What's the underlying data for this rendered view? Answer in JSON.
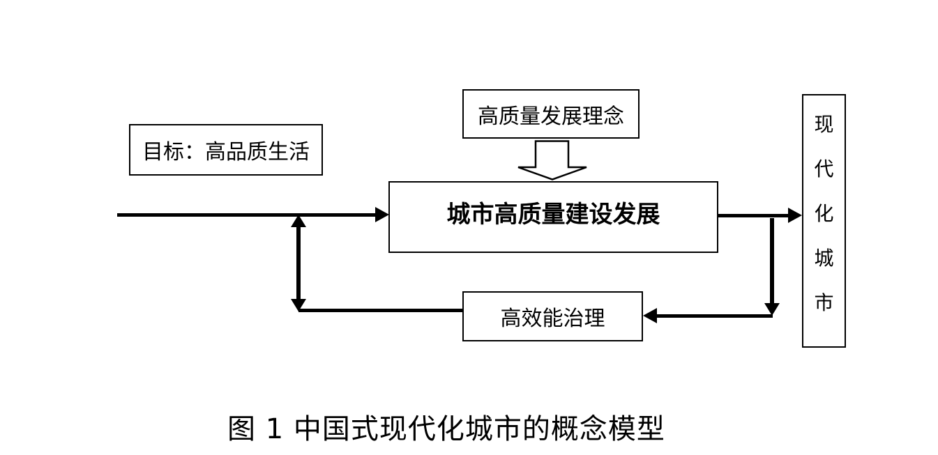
{
  "diagram": {
    "goal_box": {
      "label": "目标：高品质生活"
    },
    "concept_box": {
      "label": "高质量发展理念"
    },
    "main_box": {
      "label": "城市高质量建设发展"
    },
    "governance_box": {
      "label": "高效能治理"
    },
    "city_box": {
      "label": "现代化城市",
      "chars": [
        "现",
        "代",
        "化",
        "城",
        "市"
      ]
    },
    "caption": "图 1 中国式现代化城市的概念模型",
    "colors": {
      "line": "#000000",
      "box_fill": "#ffffff",
      "background": "#ffffff",
      "text": "#000000"
    }
  }
}
